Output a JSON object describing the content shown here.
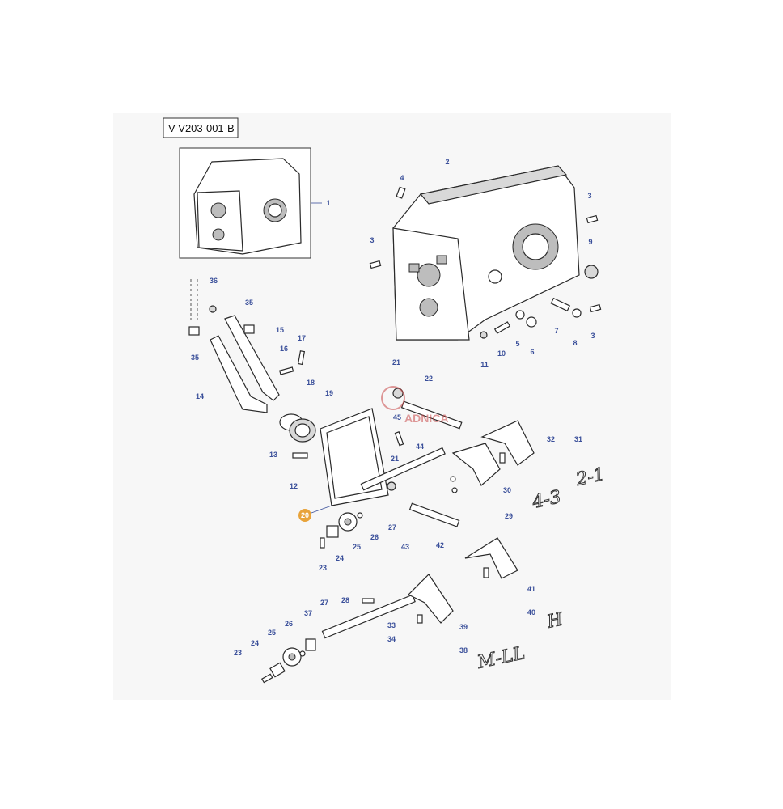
{
  "diagram_code": "V-V203-001-B",
  "highlighted_ref": "20",
  "gear_labels": [
    "2-1",
    "4-3",
    "H",
    "M-LL"
  ],
  "ref_numbers": [
    "1",
    "2",
    "3",
    "3",
    "3",
    "4",
    "5",
    "6",
    "7",
    "8",
    "9",
    "10",
    "11",
    "12",
    "13",
    "14",
    "15",
    "16",
    "17",
    "18",
    "19",
    "20",
    "21",
    "21",
    "22",
    "23",
    "23",
    "24",
    "24",
    "25",
    "25",
    "26",
    "26",
    "27",
    "27",
    "28",
    "29",
    "30",
    "31",
    "32",
    "33",
    "34",
    "35",
    "35",
    "36",
    "37",
    "38",
    "39",
    "40",
    "41",
    "42",
    "43",
    "44",
    "45"
  ],
  "watermark_text": "ADNICA",
  "colors": {
    "label": "#3a4f9a",
    "highlight": "#e8a33a",
    "watermark": "#c94a4a"
  }
}
